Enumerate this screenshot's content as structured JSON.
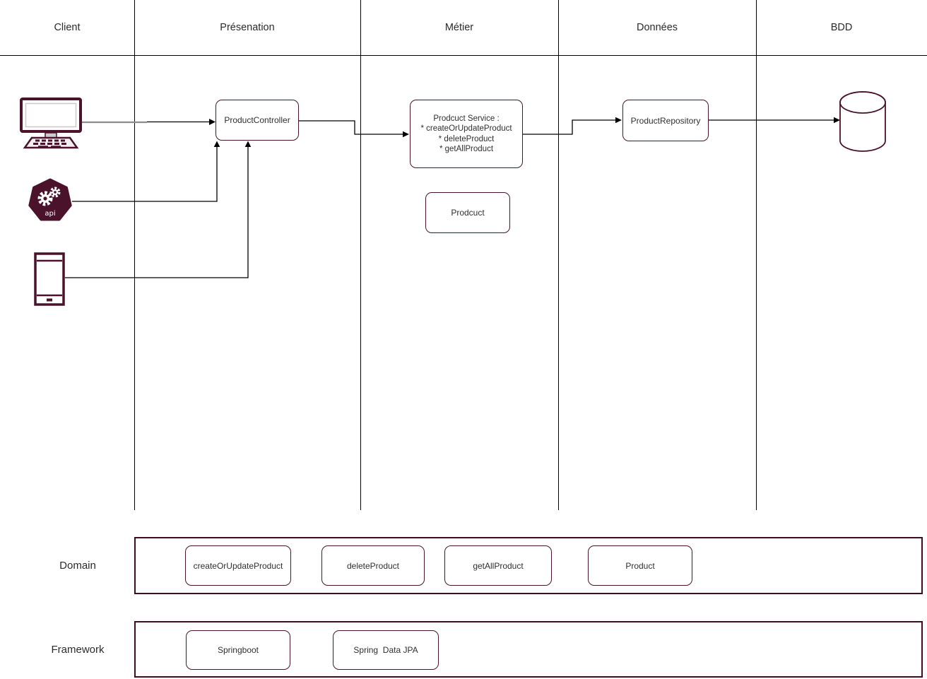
{
  "diagram": {
    "lanes": [
      {
        "label": "Client"
      },
      {
        "label": "Présenation"
      },
      {
        "label": "Métier"
      },
      {
        "label": "Données"
      },
      {
        "label": "BDD"
      }
    ],
    "nodes": {
      "controller": {
        "label": "ProductController"
      },
      "service": {
        "lines": [
          "Prodcuct Service :",
          "* createOrUpdateProduct",
          "* deleteProduct",
          "* getAllProduct"
        ]
      },
      "entity": {
        "label": "Prodcuct"
      },
      "repository": {
        "label": "ProductRepository"
      }
    },
    "client_icons": {
      "api_badge_label": "api"
    },
    "bands": [
      {
        "label": "Domain",
        "items": [
          "createOrUpdateProduct",
          "deleteProduct",
          "getAllProduct",
          "Product"
        ]
      },
      {
        "label": "Framework",
        "items": [
          "Springboot",
          "Spring  Data JPA"
        ]
      }
    ],
    "colors": {
      "accent": "#4a132b",
      "line": "#000000",
      "muted_line": "#8c8c8c",
      "text": "#2f2f2f"
    }
  }
}
